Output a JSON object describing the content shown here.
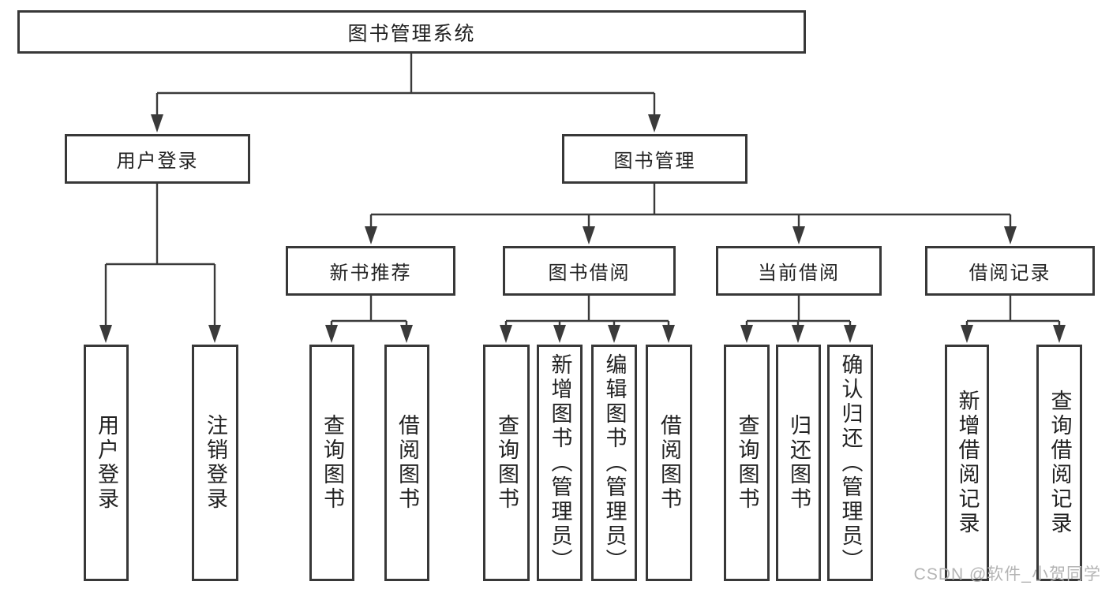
{
  "tree": {
    "label": "图书管理系统",
    "children": [
      {
        "label": "用户登录",
        "children": [
          {
            "label": "用户登录"
          },
          {
            "label": "注销登录"
          }
        ]
      },
      {
        "label": "图书管理",
        "children": [
          {
            "label": "新书推荐",
            "children": [
              {
                "label": "查询图书"
              },
              {
                "label": "借阅图书"
              }
            ]
          },
          {
            "label": "图书借阅",
            "children": [
              {
                "label": "查询图书"
              },
              {
                "label": "新增图书（管理员）"
              },
              {
                "label": "编辑图书（管理员）"
              },
              {
                "label": "借阅图书"
              }
            ]
          },
          {
            "label": "当前借阅",
            "children": [
              {
                "label": "查询图书"
              },
              {
                "label": "归还图书"
              },
              {
                "label": "确认归还（管理员）"
              }
            ]
          },
          {
            "label": "借阅记录",
            "children": [
              {
                "label": "新增借阅记录"
              },
              {
                "label": "查询借阅记录"
              }
            ]
          }
        ]
      }
    ]
  },
  "watermark": {
    "text": "CSDN @软件_小贺同学"
  },
  "colors": {
    "line": "#3a3a3a",
    "box_border": "#383838",
    "text": "#222222",
    "watermark": "#b4b4b4",
    "background": "#ffffff"
  }
}
